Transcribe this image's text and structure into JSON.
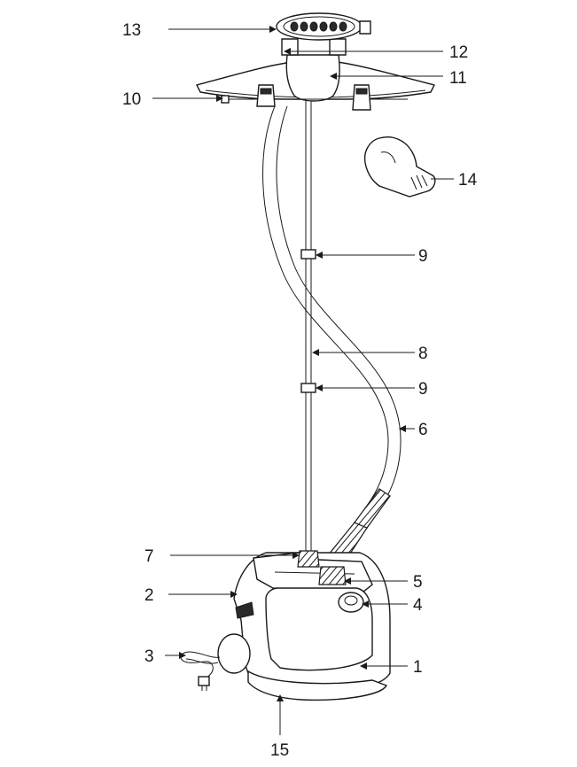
{
  "diagram": {
    "part_numbers": {
      "p1": "1",
      "p2": "2",
      "p3": "3",
      "p4": "4",
      "p5": "5",
      "p6": "6",
      "p7": "7",
      "p8": "8",
      "p9a": "9",
      "p9b": "9",
      "p10": "10",
      "p11": "11",
      "p12": "12",
      "p13": "13",
      "p14": "14",
      "p15": "15"
    },
    "colors": {
      "line": "#1a1a1a",
      "background": "#ffffff"
    }
  }
}
